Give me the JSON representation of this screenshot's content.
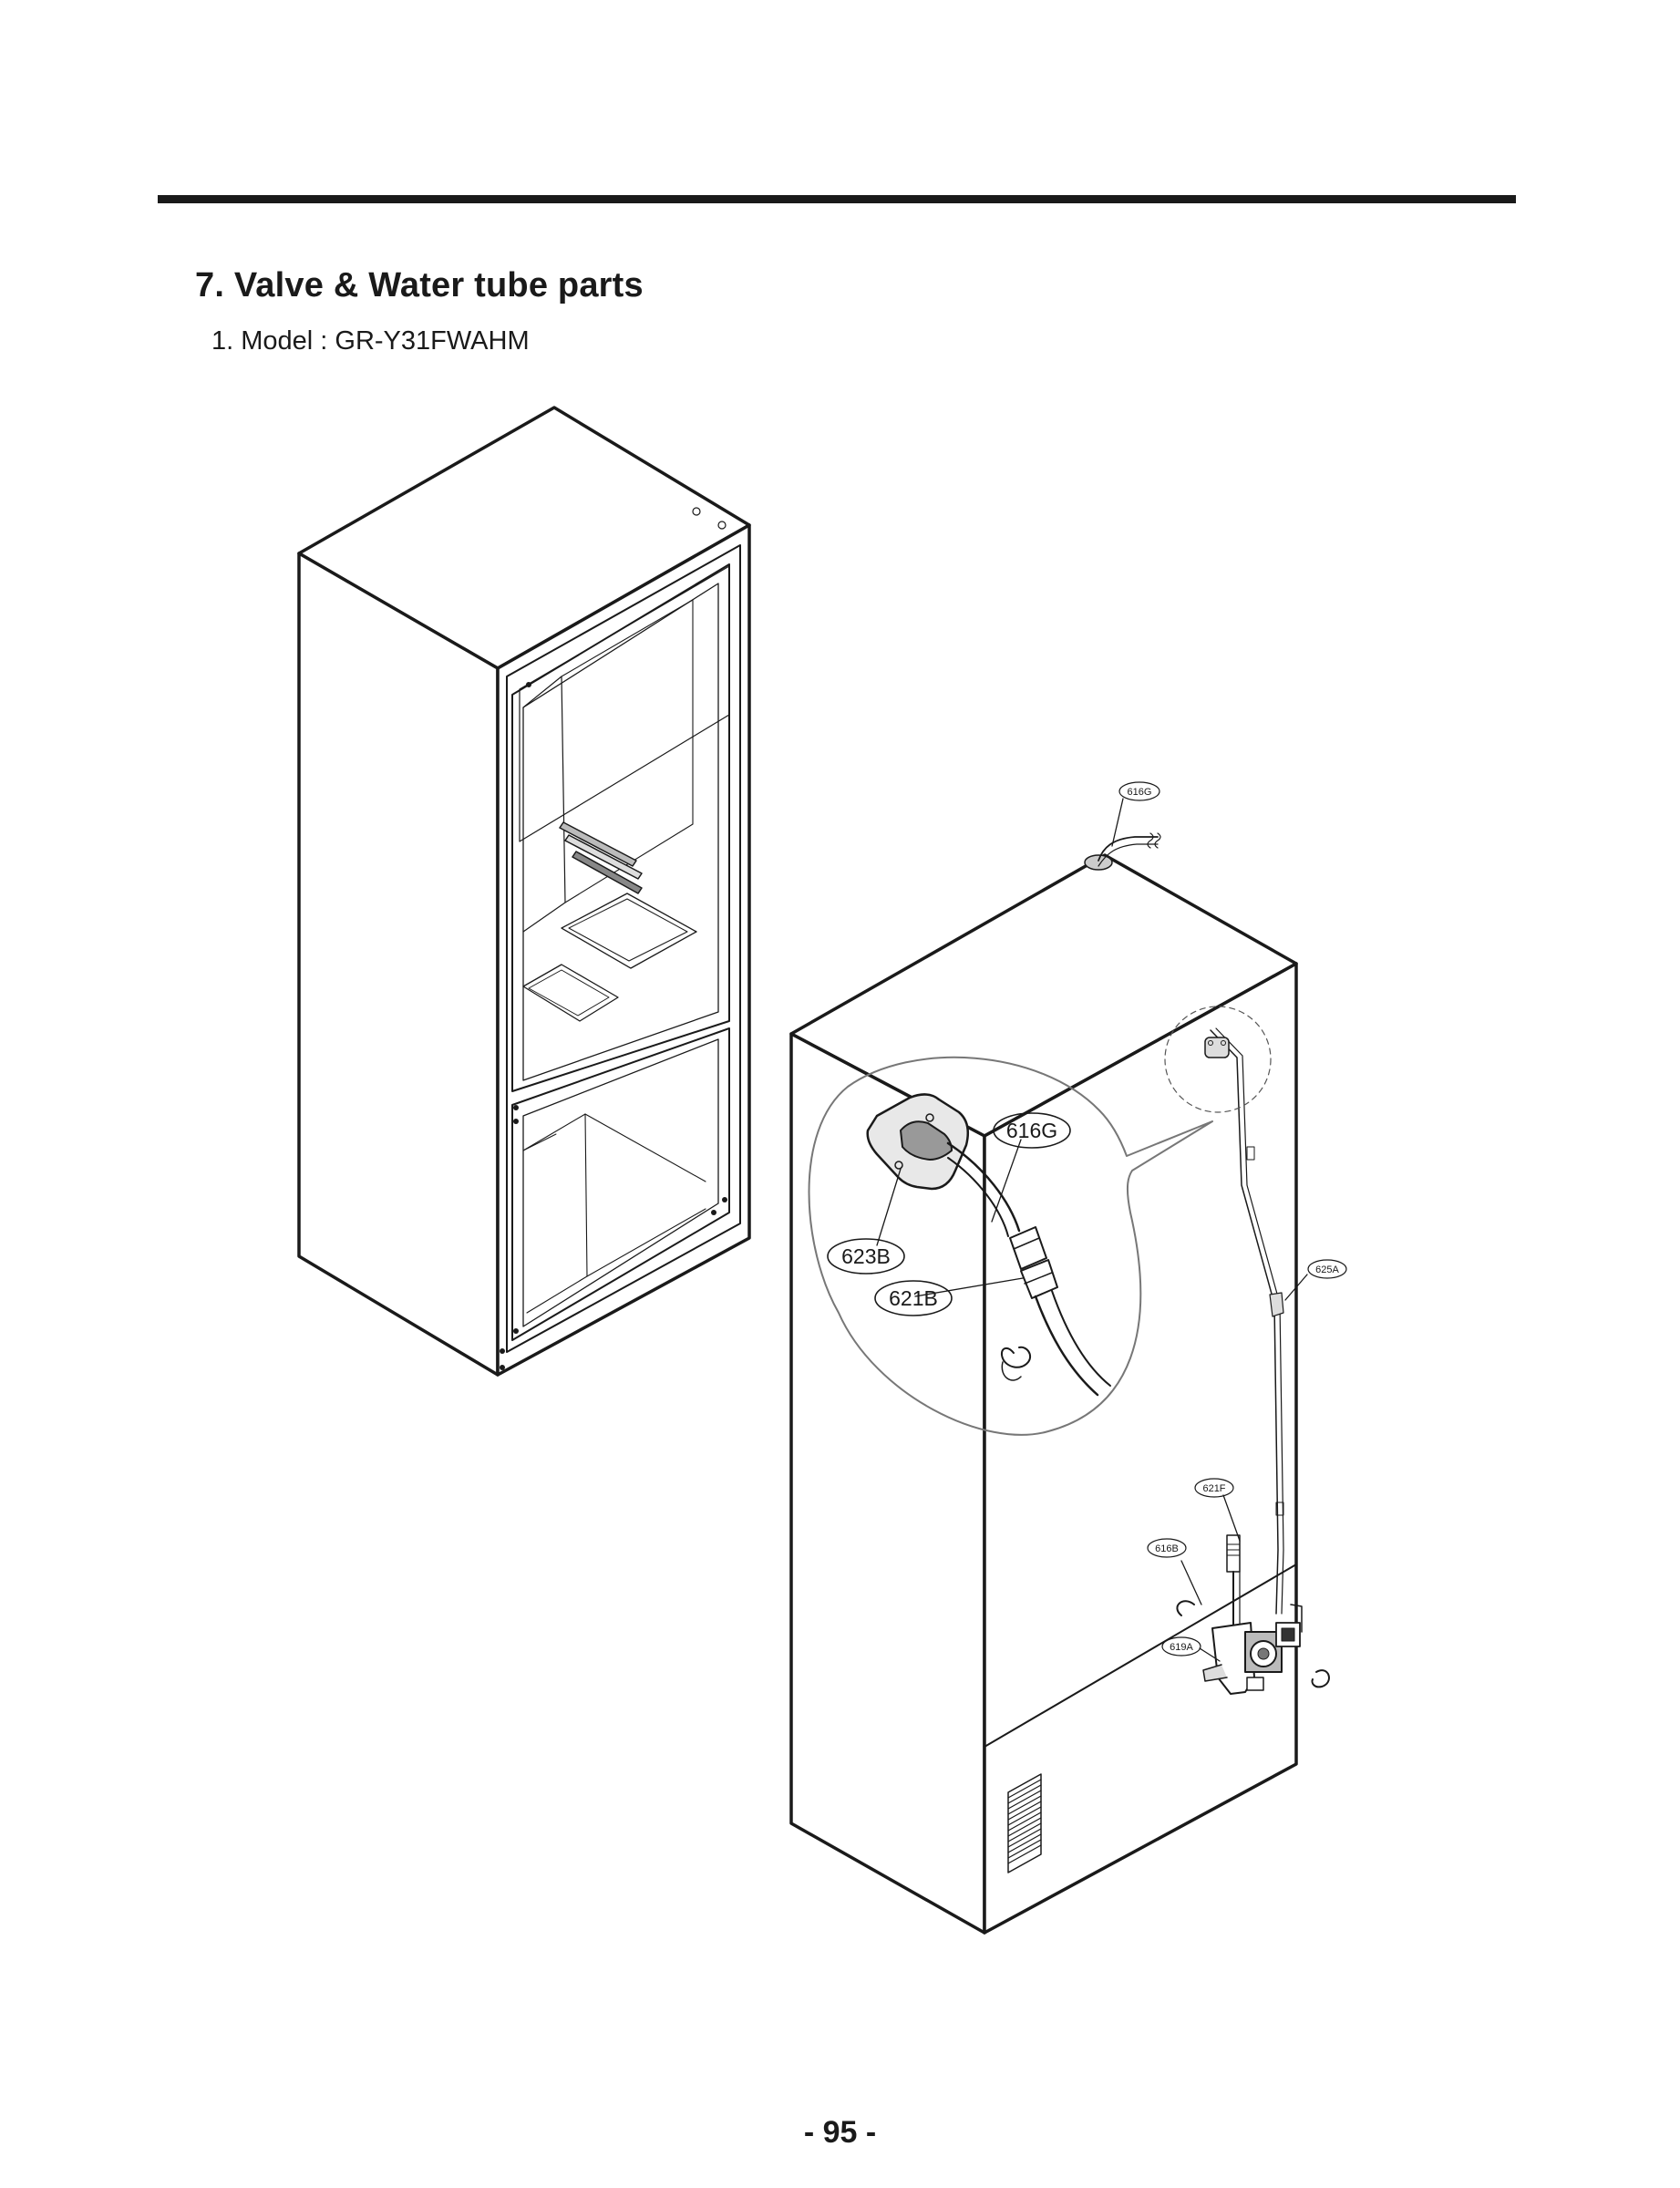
{
  "section": {
    "title": "7. Valve & Water tube parts",
    "model_line": "1. Model : GR-Y31FWAHM"
  },
  "callouts": {
    "c616G_top": "616G",
    "c616G_detail": "616G",
    "c623B": "623B",
    "c621B": "621B",
    "c625A": "625A",
    "c621F": "621F",
    "c616B": "616B",
    "c619A": "619A"
  },
  "page_number": "- 95 -"
}
